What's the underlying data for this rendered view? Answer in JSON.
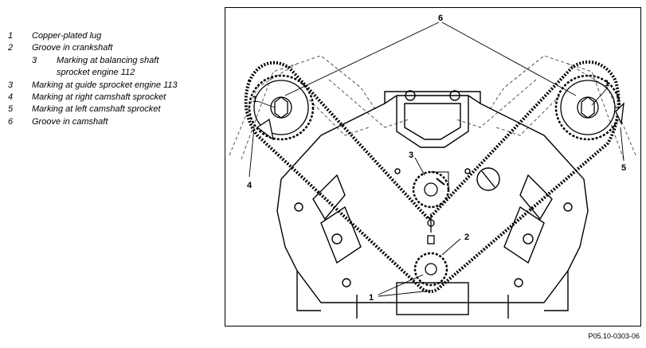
{
  "legend": [
    {
      "num": "1",
      "text": "Copper-plated lug"
    },
    {
      "num": "2",
      "text": "Groove in crankshaft"
    },
    {
      "num": "3",
      "text": "Marking at balancing shaft",
      "sub": true
    },
    {
      "num": "",
      "text": "sprocket engine 112",
      "cont": true
    },
    {
      "num": "3",
      "text": "Marking at guide sprocket engine 113"
    },
    {
      "num": "4",
      "text": "Marking at right camshaft sprocket"
    },
    {
      "num": "5",
      "text": "Marking at left camshaft sprocket"
    },
    {
      "num": "6",
      "text": "Groove in camshaft"
    }
  ],
  "callouts": {
    "c6": "6",
    "c1_left": "1",
    "c1_right": "1",
    "c3": "3",
    "c2": "2",
    "c1_bottom": "1",
    "c4": "4",
    "c5": "5"
  },
  "figure_id": "P05.10-0303-06",
  "colors": {
    "ink": "#000000",
    "paper": "#ffffff",
    "dashed": "#555555"
  }
}
